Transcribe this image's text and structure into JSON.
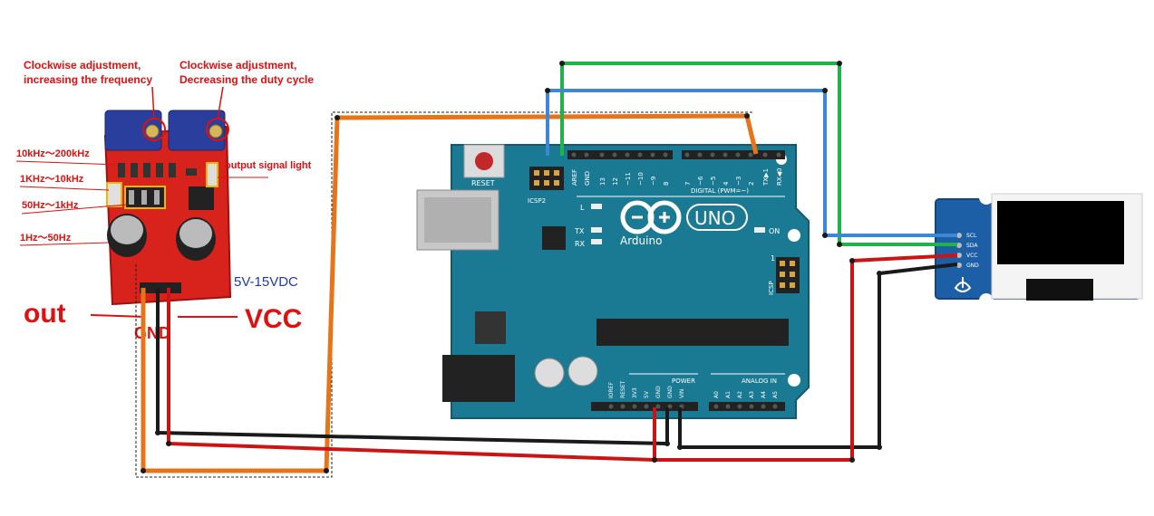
{
  "signal_module": {
    "note_left": [
      "Clockwise adjustment,",
      "increasing the frequency"
    ],
    "note_right": [
      "Clockwise adjustment,",
      "Decreasing the duty cycle"
    ],
    "ranges": [
      "10kHz～200kHz",
      "1KHz～10kHz",
      "50Hz～1kHz",
      "1Hz～50Hz"
    ],
    "output_light": "output signal light",
    "voltage": "5V-15VDC",
    "out_label": "out",
    "vcc_label": "VCC",
    "gnd_label": "GND",
    "board_color": "#d8221c",
    "highlight_color": "#e01010"
  },
  "arduino": {
    "reset_label": "RESET",
    "icsp2_label": "ICSP2",
    "icsp_label": "ICSP",
    "digital_label": "DIGITAL (PWM=~)",
    "top_pins": [
      "AREF",
      "GND",
      "13",
      "12",
      "~11",
      "~10",
      "~9",
      "8",
      "7",
      "~6",
      "~5",
      "4",
      "~3",
      "2",
      "TX▶1",
      "RX◀0"
    ],
    "l_label": "L",
    "tx_label": "TX",
    "rx_label": "RX",
    "on_label": "ON",
    "logo_text": "Arduino",
    "uno_text": "UNO",
    "power_label": "POWER",
    "analog_label": "ANALOG IN",
    "power_pins": [
      "IOREF",
      "RESET",
      "3V3",
      "5V",
      "GND",
      "GND",
      "VIN"
    ],
    "analog_pins": [
      "A0",
      "A1",
      "A2",
      "A3",
      "A4",
      "A5"
    ],
    "icsp_one": "1",
    "board_color": "#1b7a93"
  },
  "oled": {
    "pins": [
      "SCL",
      "SDA",
      "VCC",
      "GND"
    ],
    "board_color": "#1d5fa6"
  },
  "wires": {
    "green": "#22b24c",
    "blue": "#3d87d6",
    "orange": "#e8741a",
    "red": "#cc1414",
    "black": "#1a1a1a"
  }
}
